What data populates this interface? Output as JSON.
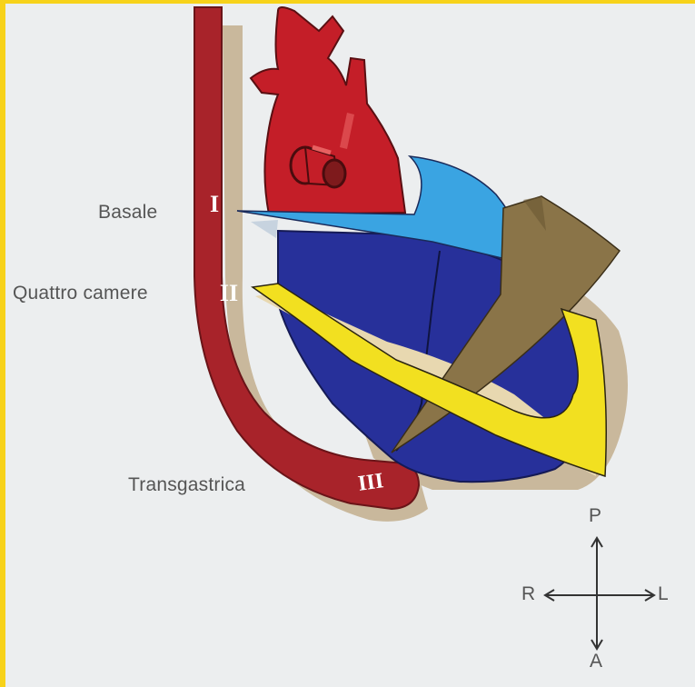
{
  "planes": {
    "basal": {
      "numeral": "I",
      "label": "Basale"
    },
    "four_chamber": {
      "numeral": "II",
      "label": "Quattro camere"
    },
    "transgastric": {
      "numeral": "III",
      "label": "Transgastrica"
    }
  },
  "compass": {
    "posterior": "P",
    "anterior": "A",
    "right": "R",
    "left": "L"
  },
  "colors": {
    "background": "#eceeef",
    "border": "#f7d21a",
    "esophagus": "#a8232a",
    "great_vessels": "#c41e28",
    "ventricles": "#27309a",
    "basal_plane": "#3aa4e2",
    "four_chamber_plane": "#f2e020",
    "transgastric_plane": "#8a7448",
    "shadow": "#c9b89c"
  }
}
